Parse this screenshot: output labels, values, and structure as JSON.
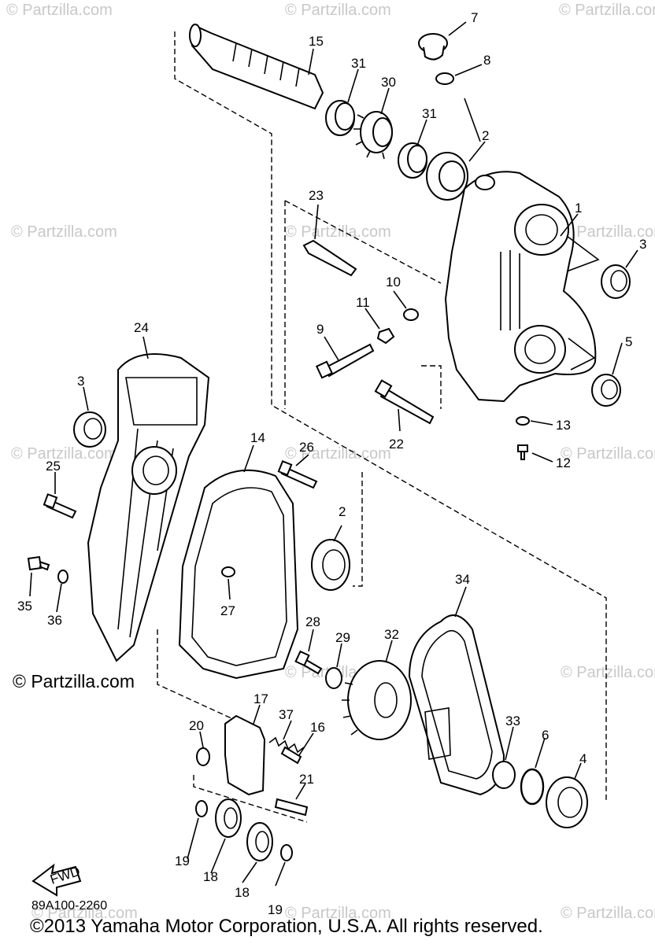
{
  "watermark": "© Partzilla.com",
  "credit": "© Partzilla.com",
  "diagram_code": "89A100-2260",
  "copyright": "©2013 Yamaha Motor Corporation, U.S.A. All rights reserved.",
  "fwd_label": "FWD",
  "callouts": [
    "1",
    "2",
    "2",
    "3",
    "3",
    "4",
    "5",
    "6",
    "7",
    "8",
    "9",
    "10",
    "11",
    "12",
    "13",
    "14",
    "15",
    "16",
    "17",
    "18",
    "18",
    "19",
    "19",
    "20",
    "21",
    "22",
    "23",
    "24",
    "25",
    "26",
    "27",
    "28",
    "29",
    "30",
    "31",
    "31",
    "32",
    "33",
    "34",
    "35",
    "36",
    "37"
  ]
}
